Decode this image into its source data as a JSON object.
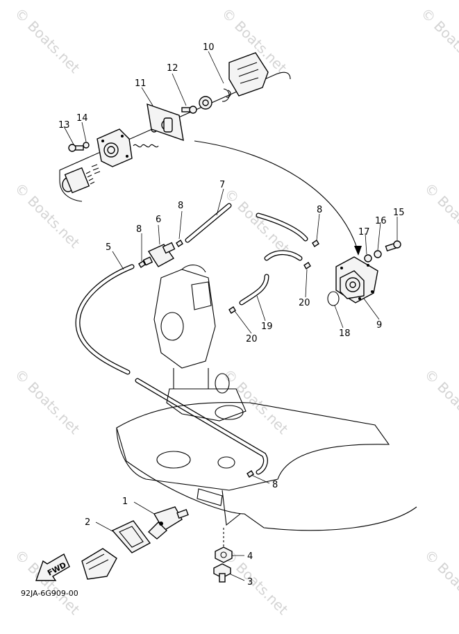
{
  "watermark": "© Boats.net",
  "diagram_code": "92JA-6G909-00",
  "fwd_label": "FWD",
  "callouts": {
    "c1": "1",
    "c2": "2",
    "c3": "3",
    "c4": "4",
    "c5": "5",
    "c6": "6",
    "c7": "7",
    "c8a": "8",
    "c8b": "8",
    "c8c": "8",
    "c8d": "8",
    "c9": "9",
    "c10": "10",
    "c11": "11",
    "c12": "12",
    "c13": "13",
    "c14": "14",
    "c15": "15",
    "c16": "16",
    "c17": "17",
    "c18": "18",
    "c19": "19",
    "c20a": "20",
    "c20b": "20"
  }
}
